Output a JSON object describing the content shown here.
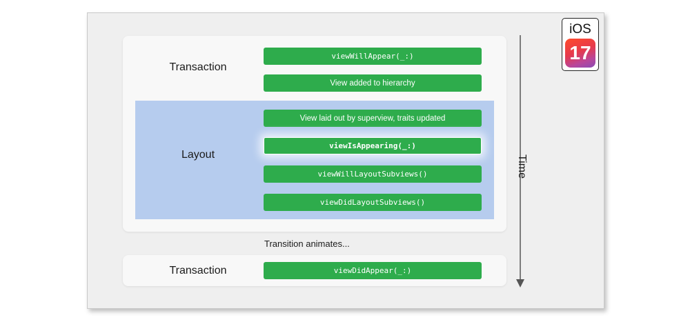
{
  "diagram": {
    "top_section": {
      "transaction_label": "Transaction",
      "will_appear": "viewWillAppear(_:)",
      "added_to_hierarchy": "View added to hierarchy"
    },
    "layout_section": {
      "label": "Layout",
      "laid_out": "View laid out by superview, traits updated",
      "is_appearing": "viewIsAppearing(_:)",
      "will_layout": "viewWillLayoutSubviews()",
      "did_layout": "viewDidLayoutSubviews()"
    },
    "transition_text": "Transition animates...",
    "bottom_section": {
      "transaction_label": "Transaction",
      "did_appear": "viewDidAppear(_:)"
    },
    "time_label": "Time",
    "badge": {
      "os": "iOS",
      "version": "17"
    }
  },
  "colors": {
    "pill_green": "#2eac4c",
    "layout_blue": "#b6ccee",
    "panel_bg": "#f8f8f8",
    "slide_bg": "#efefef"
  }
}
